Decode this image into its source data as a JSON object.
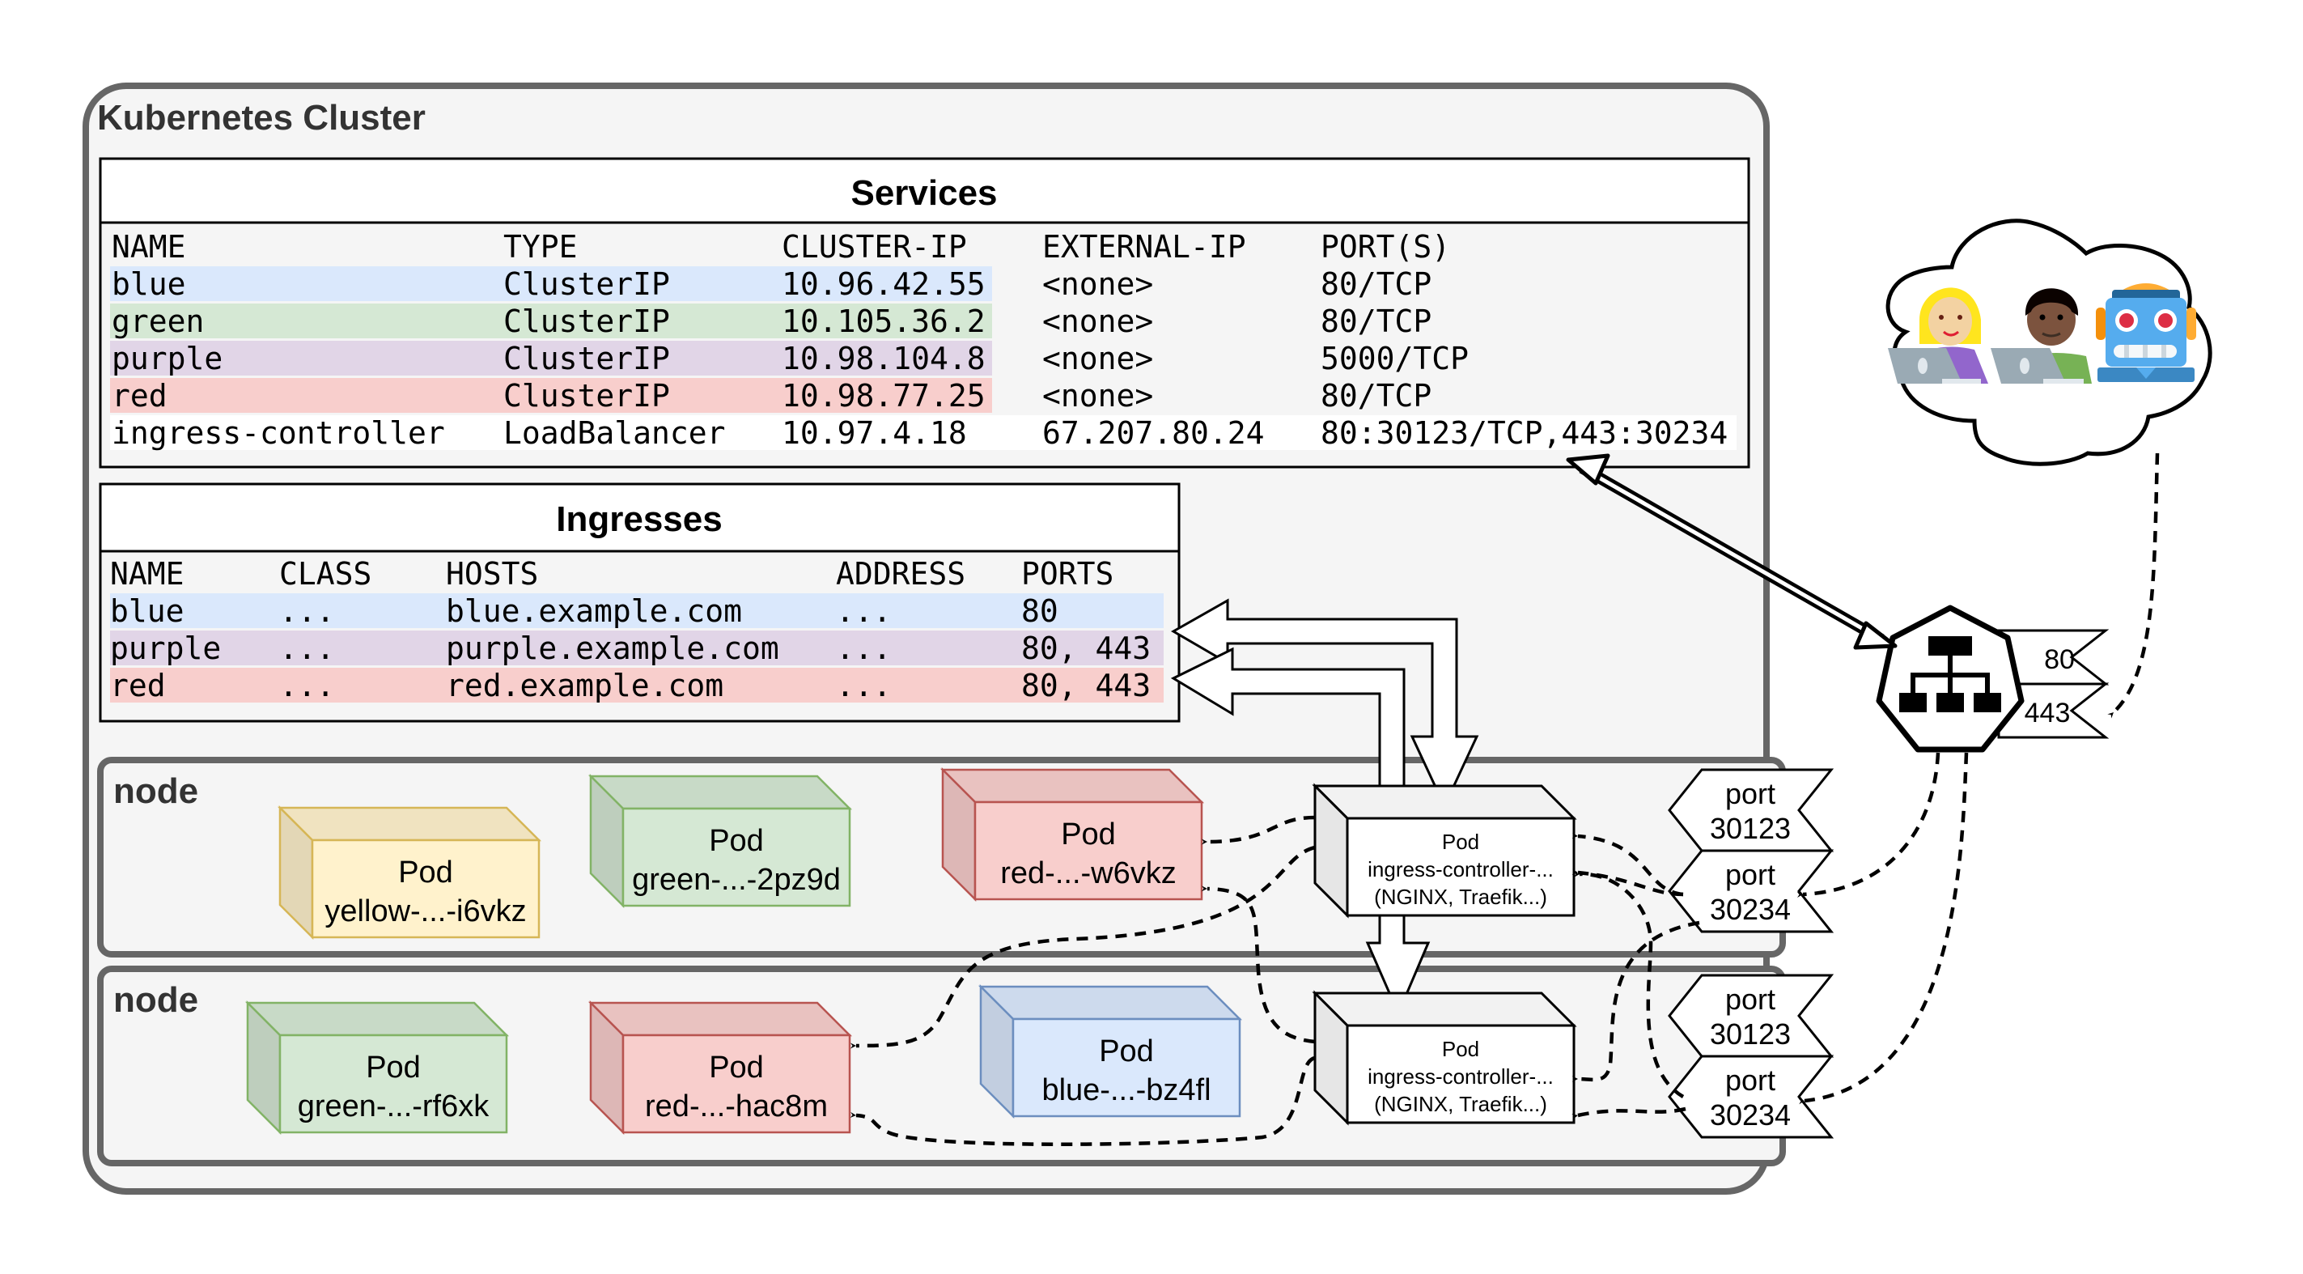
{
  "cluster": {
    "title": "Kubernetes Cluster"
  },
  "services": {
    "title": "Services",
    "headers": [
      "NAME",
      "TYPE",
      "CLUSTER-IP",
      "EXTERNAL-IP",
      "PORT(S)"
    ],
    "rows": [
      {
        "color": "blue",
        "cells": [
          "blue",
          "ClusterIP",
          "10.96.42.55",
          "<none>",
          "80/TCP"
        ]
      },
      {
        "color": "green",
        "cells": [
          "green",
          "ClusterIP",
          "10.105.36.2",
          "<none>",
          "80/TCP"
        ]
      },
      {
        "color": "purple",
        "cells": [
          "purple",
          "ClusterIP",
          "10.98.104.8",
          "<none>",
          "5000/TCP"
        ]
      },
      {
        "color": "red",
        "cells": [
          "red",
          "ClusterIP",
          "10.98.77.25",
          "<none>",
          "80/TCP"
        ]
      },
      {
        "color": "white",
        "cells": [
          "ingress-controller",
          "LoadBalancer",
          "10.97.4.18",
          "67.207.80.24",
          "80:30123/TCP,443:30234"
        ]
      }
    ]
  },
  "ingresses": {
    "title": "Ingresses",
    "headers": [
      "NAME",
      "CLASS",
      "HOSTS",
      "ADDRESS",
      "PORTS"
    ],
    "rows": [
      {
        "color": "blue",
        "cells": [
          "blue",
          "...",
          "blue.example.com",
          "...",
          "80"
        ]
      },
      {
        "color": "purple",
        "cells": [
          "purple",
          "...",
          "purple.example.com",
          "...",
          "80, 443"
        ]
      },
      {
        "color": "red",
        "cells": [
          "red",
          "...",
          "red.example.com",
          "...",
          "80, 443"
        ]
      }
    ]
  },
  "nodes": [
    {
      "label": "node",
      "pods": [
        {
          "color": "yellow",
          "title": "Pod",
          "name": "yellow-...-i6vkz"
        },
        {
          "color": "green",
          "title": "Pod",
          "name": "green-...-2pz9d"
        },
        {
          "color": "red",
          "title": "Pod",
          "name": "red-...-w6vkz"
        },
        {
          "color": "gray",
          "title": "Pod",
          "name": "ingress-controller-...",
          "subtitle": "(NGINX, Traefik...)"
        }
      ],
      "ports": [
        {
          "label": "port",
          "number": "30123"
        },
        {
          "label": "port",
          "number": "30234"
        }
      ]
    },
    {
      "label": "node",
      "pods": [
        {
          "color": "green",
          "title": "Pod",
          "name": "green-...-rf6xk"
        },
        {
          "color": "red",
          "title": "Pod",
          "name": "red-...-hac8m"
        },
        {
          "color": "blue",
          "title": "Pod",
          "name": "blue-...-bz4fl"
        },
        {
          "color": "gray",
          "title": "Pod",
          "name": "ingress-controller-...",
          "subtitle": "(NGINX, Traefik...)"
        }
      ],
      "ports": [
        {
          "label": "port",
          "number": "30123"
        },
        {
          "label": "port",
          "number": "30234"
        }
      ]
    }
  ],
  "load_balancer": {
    "icon": "network-hierarchy-icon",
    "ports": [
      "80",
      "443"
    ]
  },
  "users": {
    "icons": [
      "woman-technologist-icon",
      "man-technologist-icon",
      "robot-icon"
    ]
  },
  "colors": {
    "blue": {
      "fill": "#dae8fc",
      "stroke": "#6c8ebf"
    },
    "green": {
      "fill": "#d5e8d4",
      "stroke": "#82b366"
    },
    "purple": {
      "fill": "#e1d5e7",
      "stroke": "#9673a6"
    },
    "red": {
      "fill": "#f8cecc",
      "stroke": "#b85450"
    },
    "yellow": {
      "fill": "#fff2cc",
      "stroke": "#d6b656"
    },
    "gray": {
      "fill": "#ffffff",
      "stroke": "#000000"
    },
    "cluster_border": "#666666",
    "cluster_fill": "#f5f5f5"
  }
}
